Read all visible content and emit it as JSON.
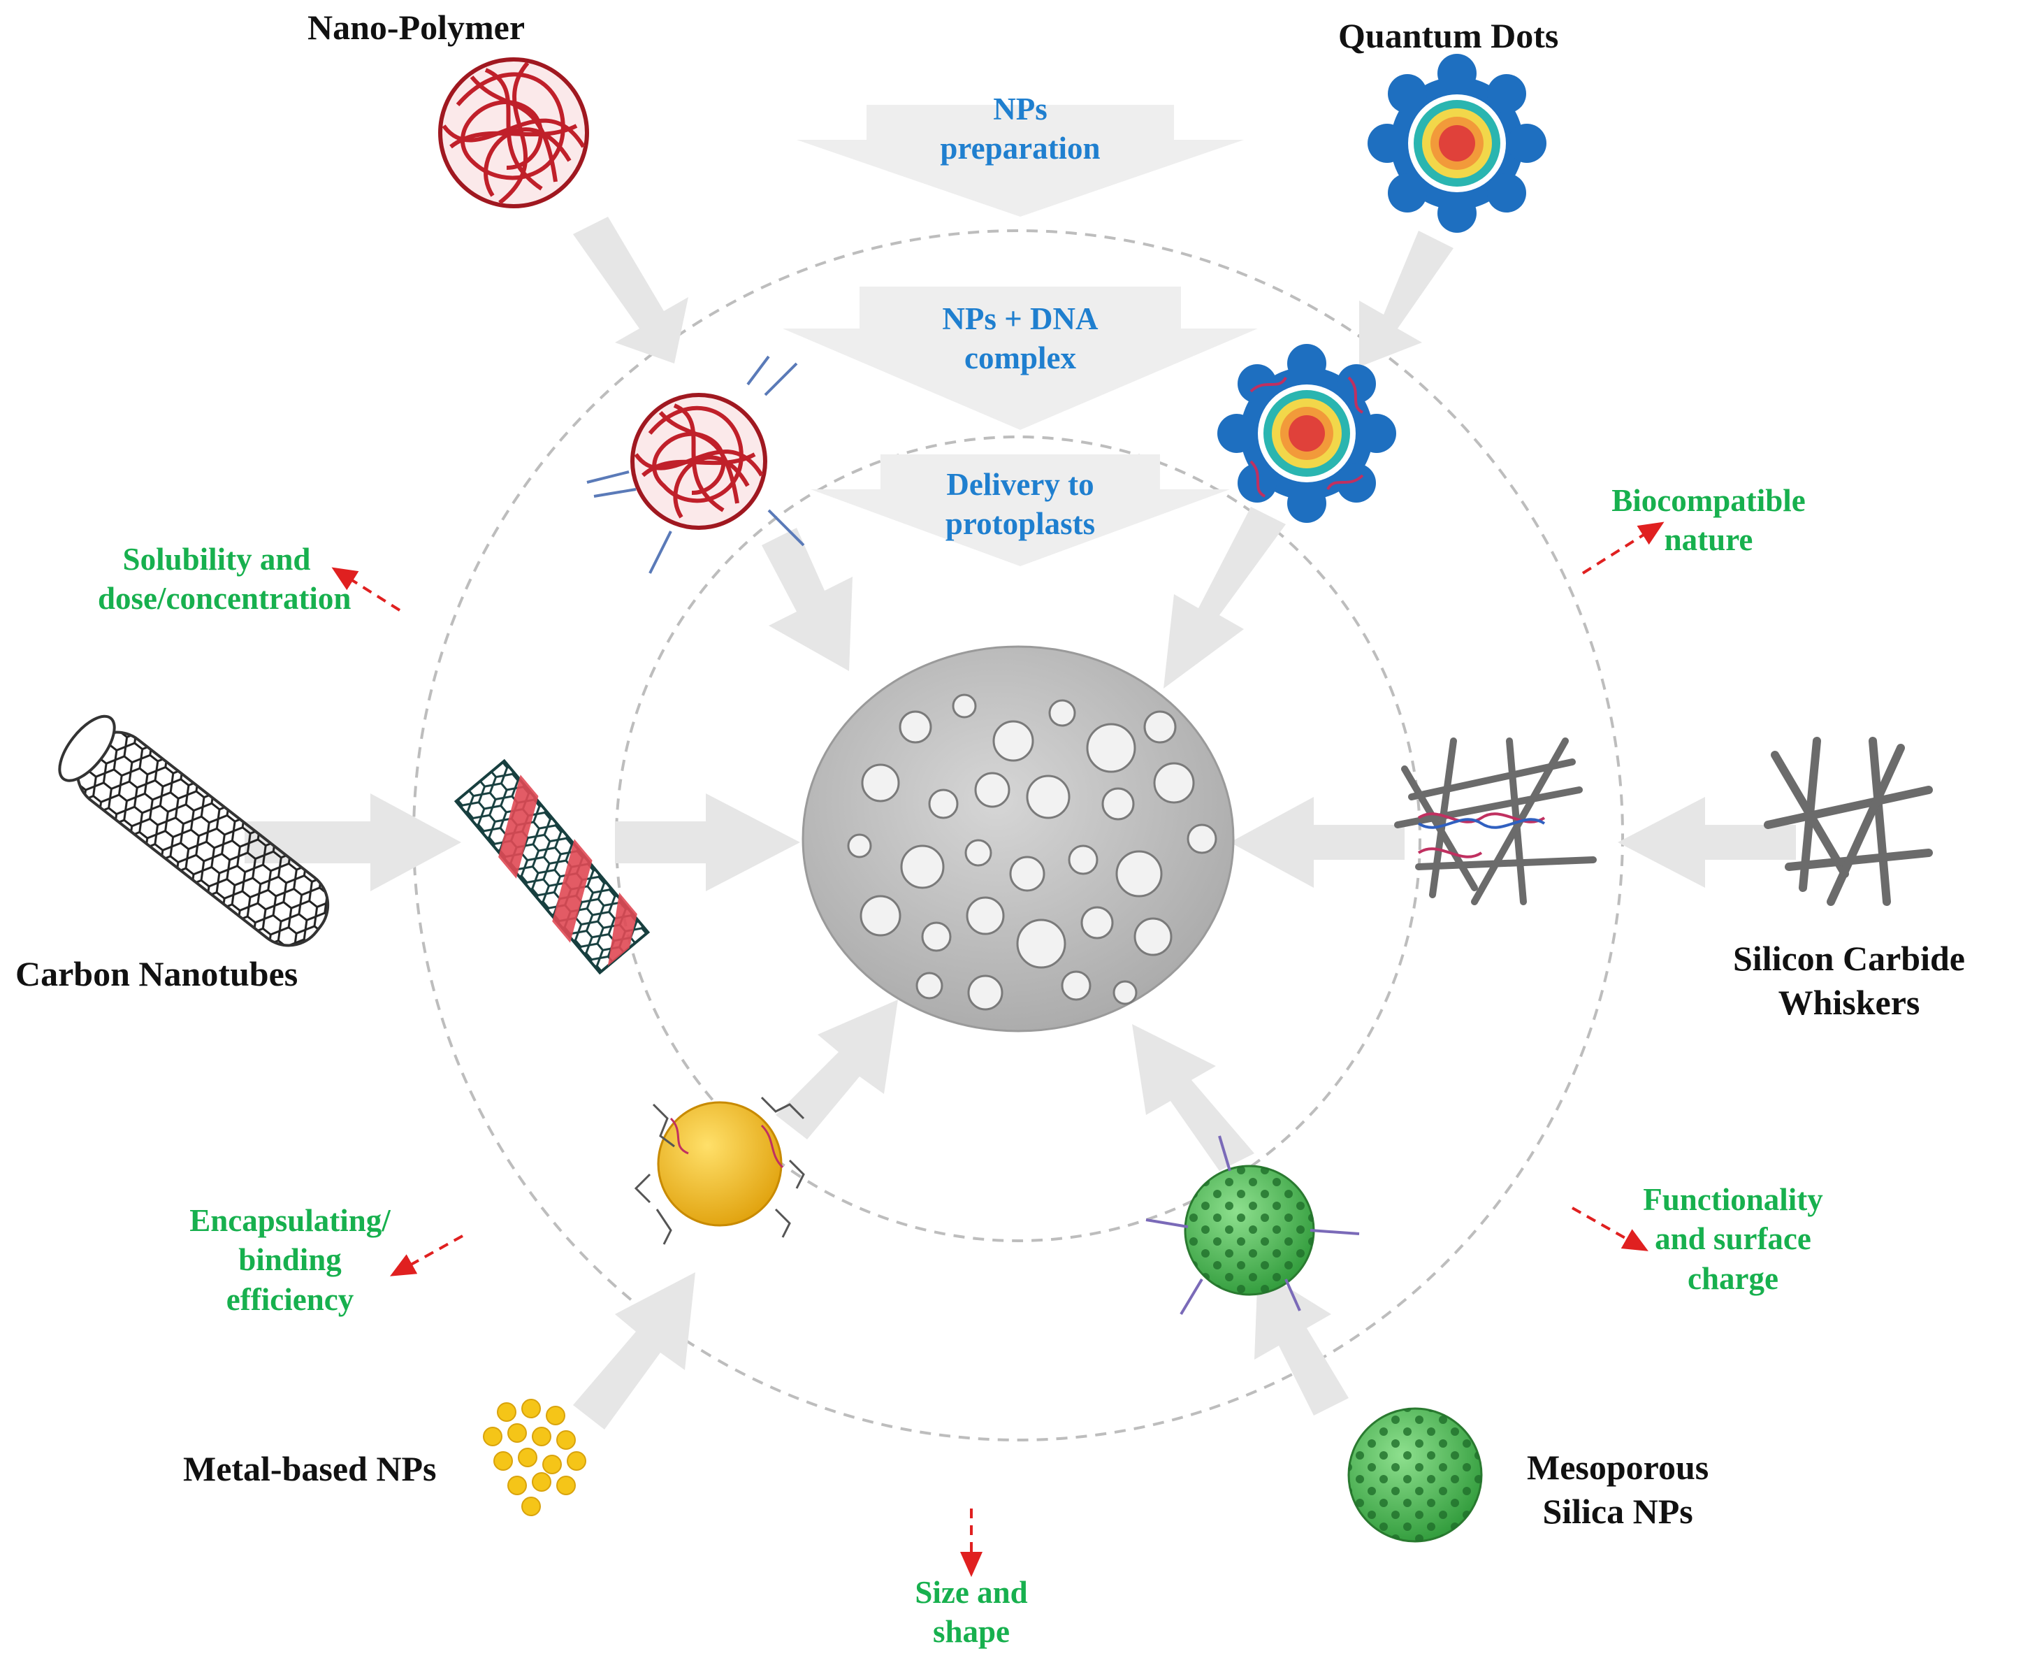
{
  "colors": {
    "material_label": "#111111",
    "step_label": "#1f7fcf",
    "factor_label": "#17b04e",
    "factor_arrow": "#e02020",
    "ring": "#bdbdbd",
    "flow_arrow": "#e6e6e6"
  },
  "materials": {
    "nano_polymer": "Nano-Polymer",
    "quantum_dots": "Quantum Dots",
    "carbon_nanotubes": "Carbon Nanotubes",
    "silicon_carbide": [
      "Silicon Carbide",
      "Whiskers"
    ],
    "metal_based": "Metal-based NPs",
    "mesoporous_silica": [
      "Mesoporous",
      "Silica NPs"
    ]
  },
  "steps": {
    "preparation": [
      "NPs",
      "preparation"
    ],
    "complex": [
      "NPs + DNA",
      "complex"
    ],
    "delivery": [
      "Delivery to",
      "protoplasts"
    ]
  },
  "factors": {
    "solubility": [
      "Solubility and",
      "dose/concentration"
    ],
    "biocompatible": [
      "Biocompatible",
      "nature"
    ],
    "encapsulating": [
      "Encapsulating/",
      "binding",
      "efficiency"
    ],
    "functionality": [
      "Functionality",
      "and surface",
      "charge"
    ],
    "size": [
      "Size and",
      "shape"
    ]
  }
}
